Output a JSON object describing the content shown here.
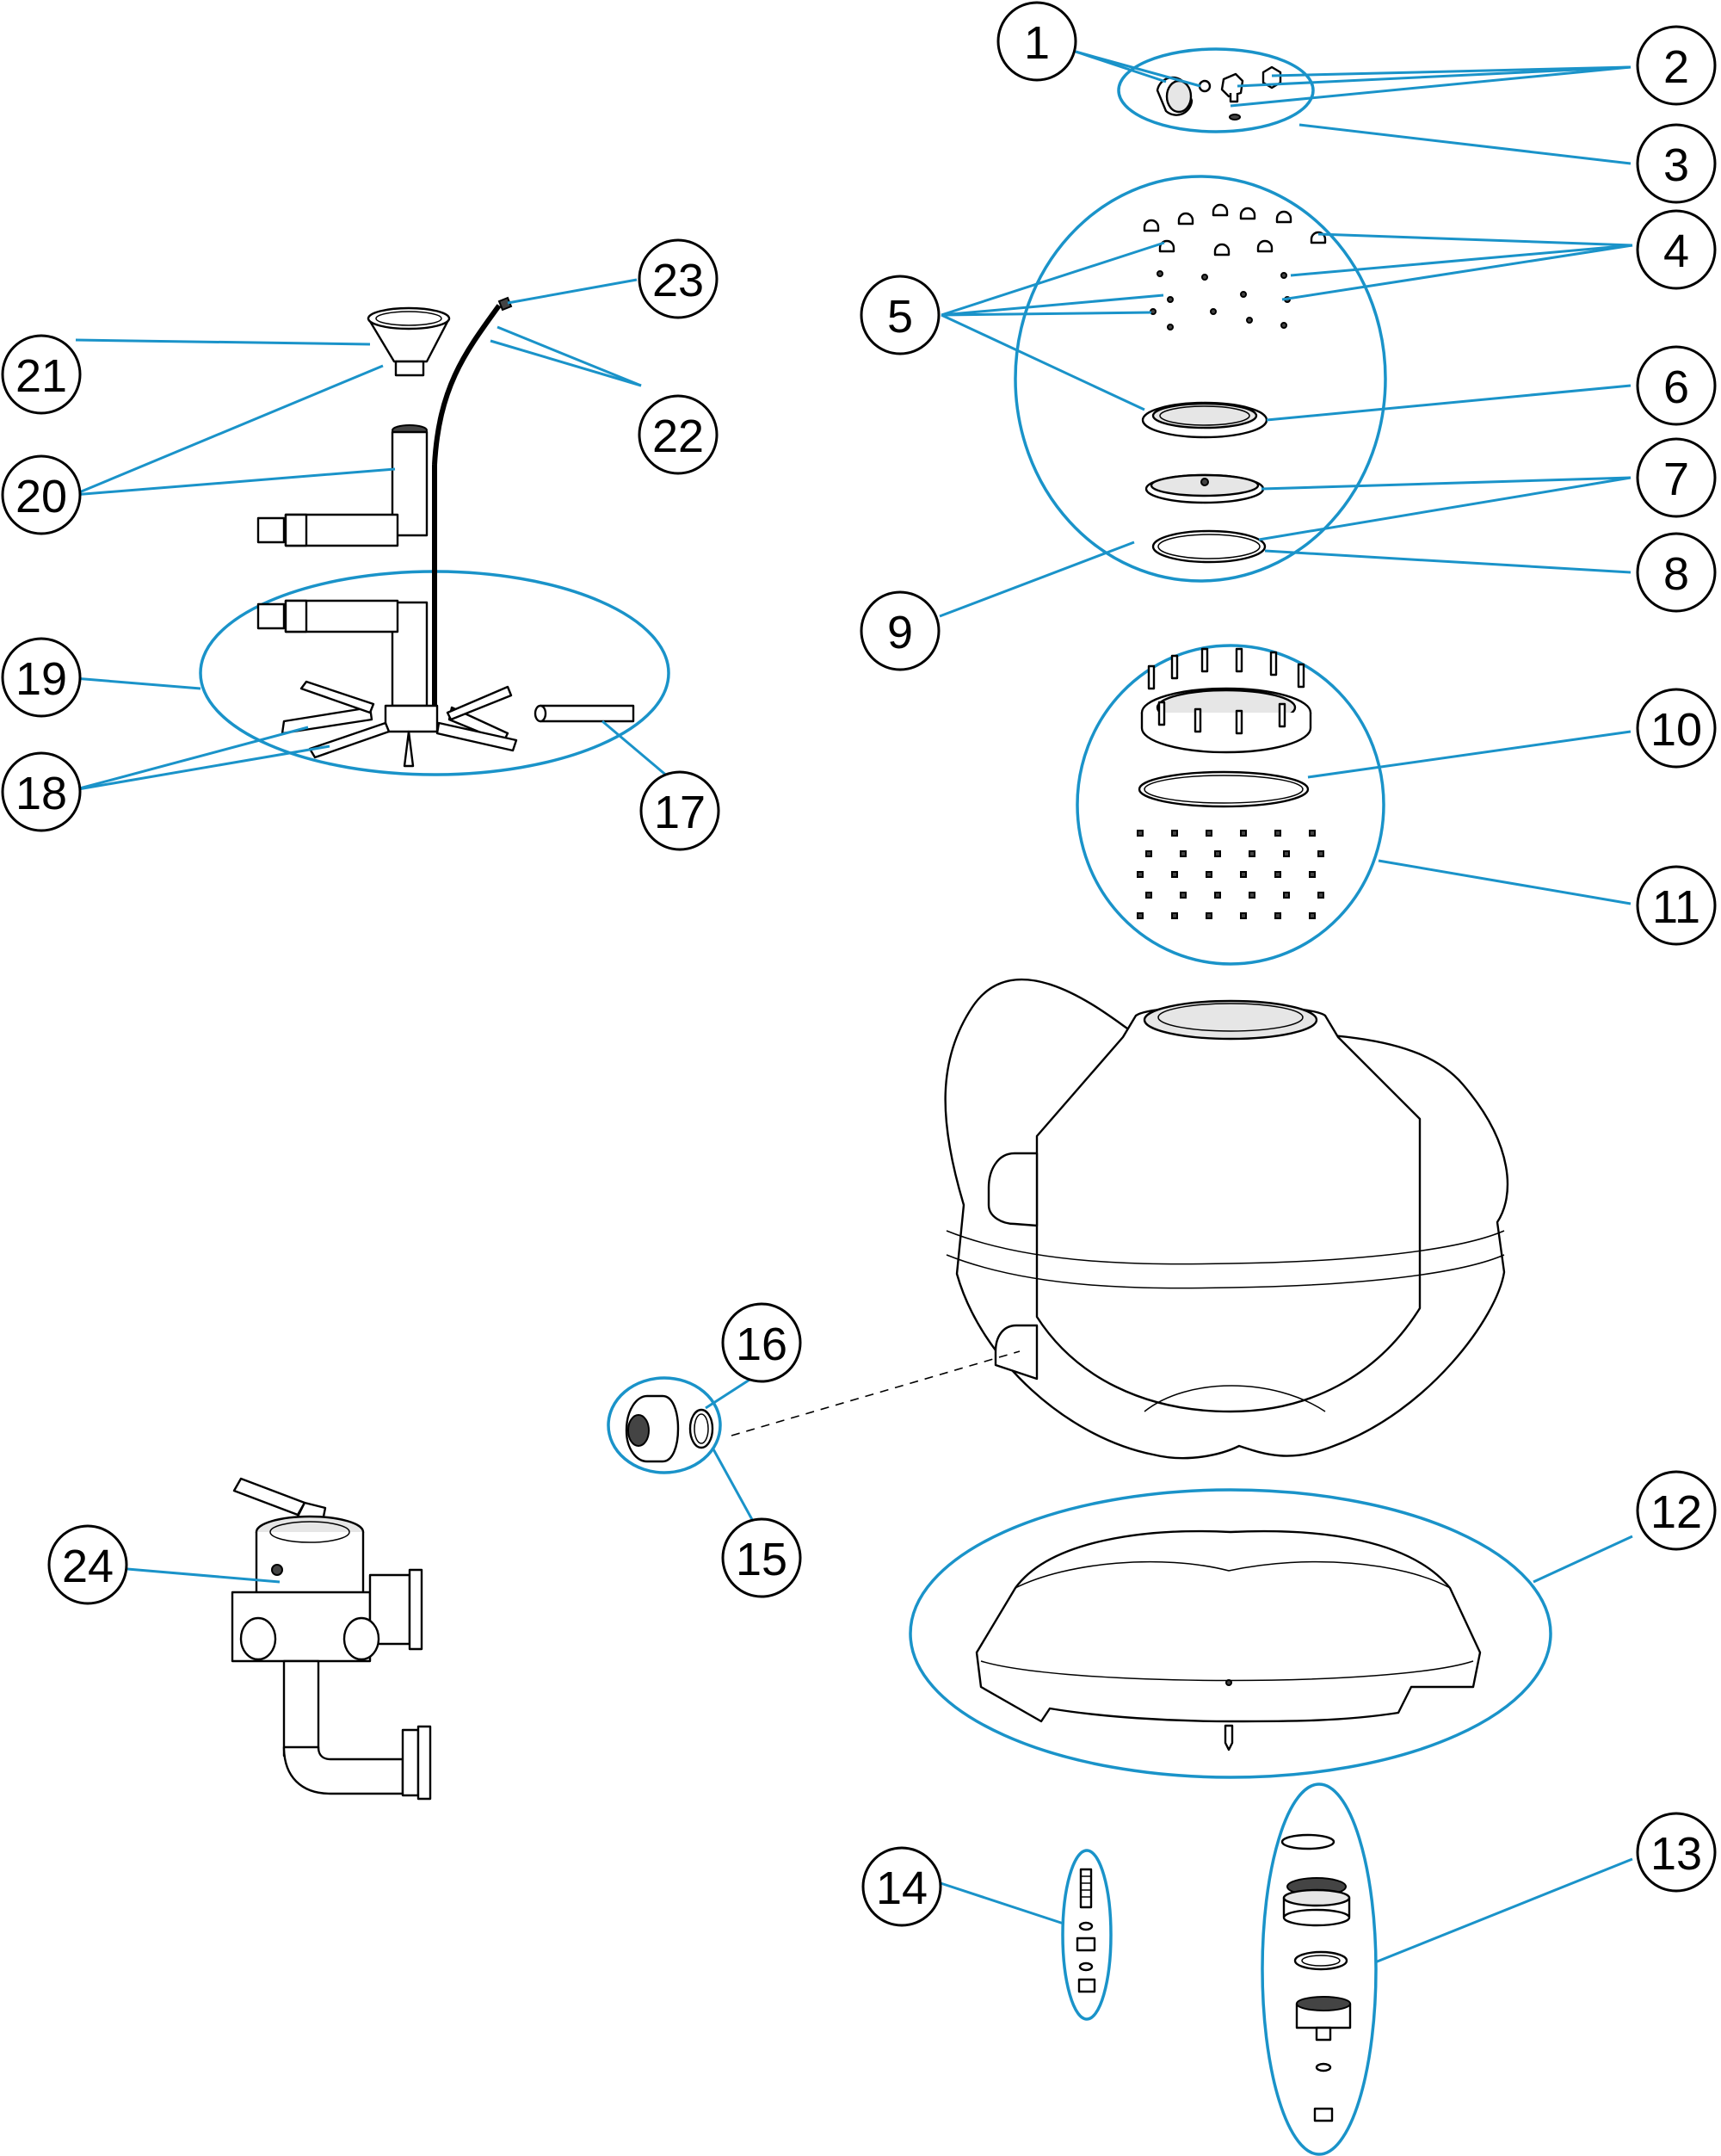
{
  "diagram": {
    "accent_color": "#1a93c9",
    "callouts": [
      "1",
      "2",
      "3",
      "4",
      "5",
      "6",
      "7",
      "8",
      "9",
      "10",
      "11",
      "12",
      "13",
      "14",
      "15",
      "16",
      "17",
      "18",
      "19",
      "20",
      "21",
      "22",
      "23",
      "24"
    ]
  }
}
